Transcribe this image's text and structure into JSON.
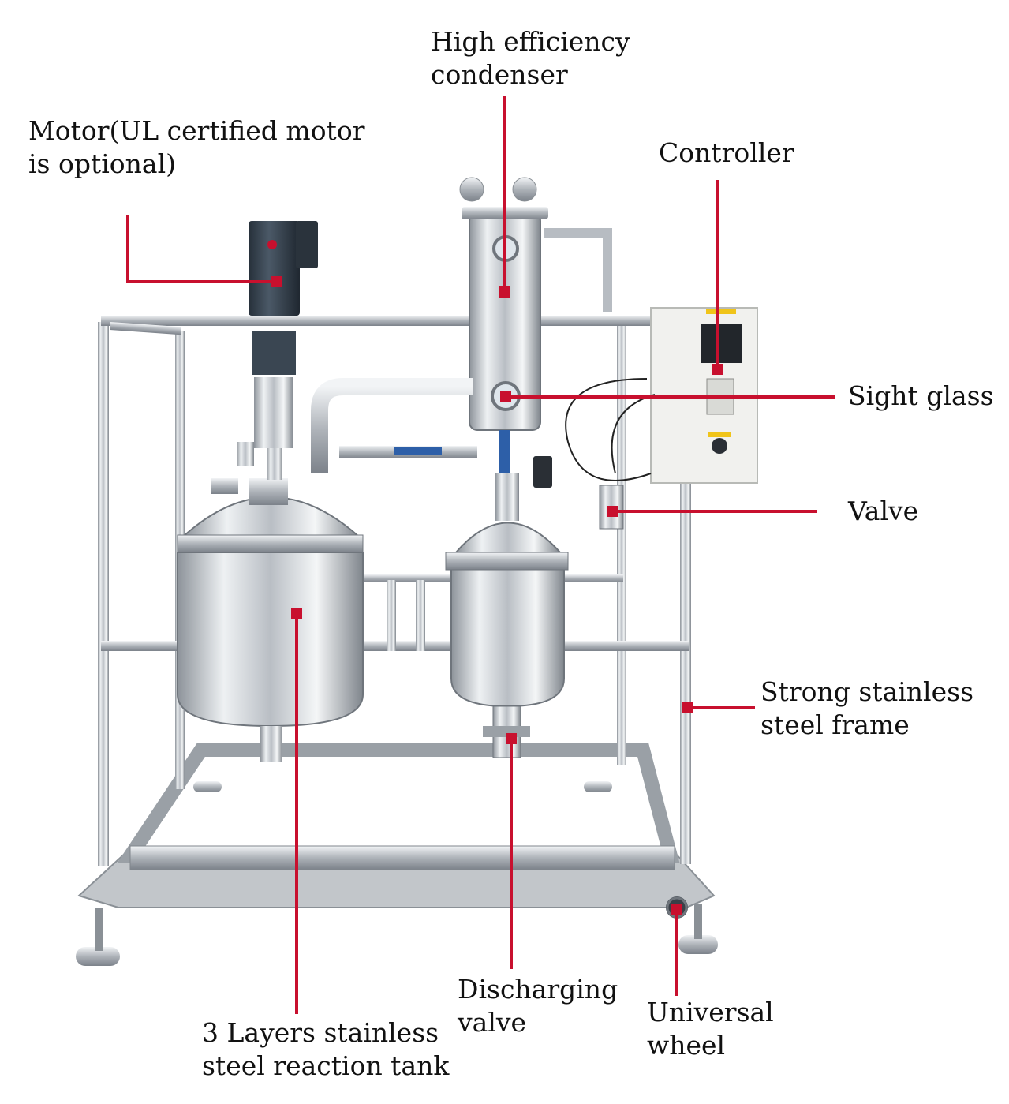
{
  "colors": {
    "leader": "#c8102e",
    "steel_light": "#e6e9ec",
    "steel_mid": "#b7bcc2",
    "steel_dark": "#6f757c",
    "motor_body": "#3d4a57",
    "panel_face": "#f1f1ee",
    "hose_blue": "#2d5fa8",
    "text": "#111111"
  },
  "labels": {
    "condenser": {
      "line1": "High efficiency",
      "line2": "condenser"
    },
    "motor": {
      "line1": "Motor(UL certified motor",
      "line2": "is optional)"
    },
    "controller": {
      "line1": "Controller"
    },
    "sight_glass": {
      "line1": "Sight glass"
    },
    "valve": {
      "line1": "Valve"
    },
    "frame": {
      "line1": "Strong stainless",
      "line2": "steel frame"
    },
    "discharge": {
      "line1": "Discharging",
      "line2": "valve"
    },
    "wheel": {
      "line1": "Universal",
      "line2": "wheel"
    },
    "tank": {
      "line1": "3 Layers stainless",
      "line2": "steel reaction tank"
    }
  },
  "icons": [
    "motor-icon",
    "condenser-icon",
    "controller-icon",
    "sight-glass-icon",
    "valve-icon",
    "frame-icon",
    "discharge-valve-icon",
    "wheel-icon",
    "reaction-tank-icon"
  ]
}
